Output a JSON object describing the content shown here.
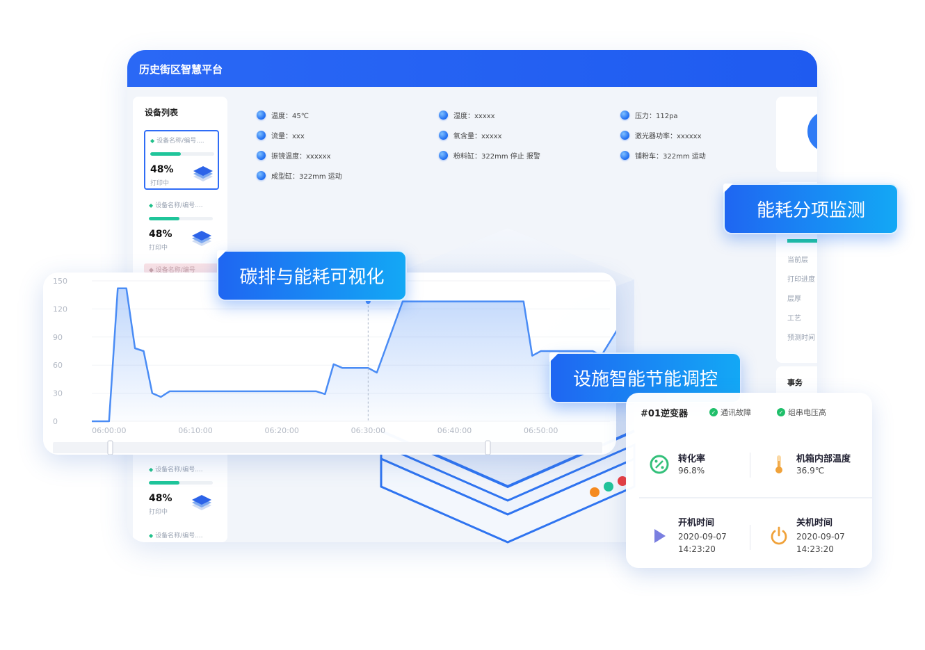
{
  "app": {
    "title": "历史街区智慧平台"
  },
  "sidebar": {
    "title": "设备列表",
    "devices": [
      {
        "name": "设备名称/编号....",
        "percent": "48%",
        "status": "打印中",
        "progress": 0.48
      },
      {
        "name": "设备名称/编号....",
        "percent": "48%",
        "status": "打印中",
        "progress": 0.48
      },
      {
        "name": "设备名称/编号....",
        "percent": "48%",
        "status": "打印中",
        "progress": 0.48
      },
      {
        "name": "设备名称/编号...."
      }
    ],
    "partial_name": "设备名称/编号"
  },
  "params": [
    "温度：45℃",
    "湿度：xxxxx",
    "压力：112pa",
    "流量：xxx",
    "氧含量：xxxxx",
    "激光器功率：xxxxxx",
    "振镜温度：xxxxxx",
    "粉料缸：322mm   停止   报警",
    "铺粉车：322mm   运动",
    "成型缸：322mm   运动"
  ],
  "right_panel": {
    "labels": [
      "当前层",
      "打印进度",
      "层厚",
      "工艺",
      "预测时间"
    ],
    "events_title": "事务"
  },
  "callouts": {
    "energy_itemized": "能耗分项监测",
    "carbon_visual": "碳排与能耗可视化",
    "smart_saving": "设施智能节能调控"
  },
  "chart_data": {
    "type": "line",
    "x_ticks": [
      "06:00:00",
      "06:10:00",
      "06:20:00",
      "06:30:00",
      "06:40:00",
      "06:50:00"
    ],
    "y_ticks": [
      "150",
      "120",
      "90",
      "60",
      "30",
      "0"
    ],
    "ylim": [
      0,
      150
    ],
    "xlim_minutes": [
      -2,
      58
    ],
    "series": [
      {
        "x_minutes": [
          -2,
          0,
          1,
          2,
          3,
          4,
          5,
          6,
          7,
          17,
          24,
          25,
          26,
          27,
          30,
          31,
          34,
          36,
          48,
          49,
          50,
          56,
          57,
          59
        ],
        "values": [
          0,
          0,
          142,
          142,
          78,
          75,
          30,
          26,
          32,
          32,
          32,
          29,
          61,
          57,
          57,
          52,
          128,
          128,
          128,
          70,
          75,
          75,
          70,
          100
        ]
      }
    ],
    "marker_x_minute": 30,
    "color": "#4a8cf5"
  },
  "inverter": {
    "title": "#01逆变器",
    "badges": [
      "通讯故障",
      "组串电压高"
    ],
    "metrics": [
      {
        "label": "转化率",
        "value": "96.8%",
        "icon": "percent-icon"
      },
      {
        "label": "机箱内部温度",
        "value": "36.9℃",
        "icon": "thermometer-icon"
      },
      {
        "label": "开机时间",
        "date": "2020-09-07",
        "time": "14:23:20",
        "icon": "play-icon"
      },
      {
        "label": "关机时间",
        "date": "2020-09-07",
        "time": "14:23:20",
        "icon": "power-icon"
      }
    ]
  },
  "colors": {
    "brand": "#2a68f5",
    "accent_green": "#1fc59a",
    "ok_green": "#1fbf6a"
  }
}
